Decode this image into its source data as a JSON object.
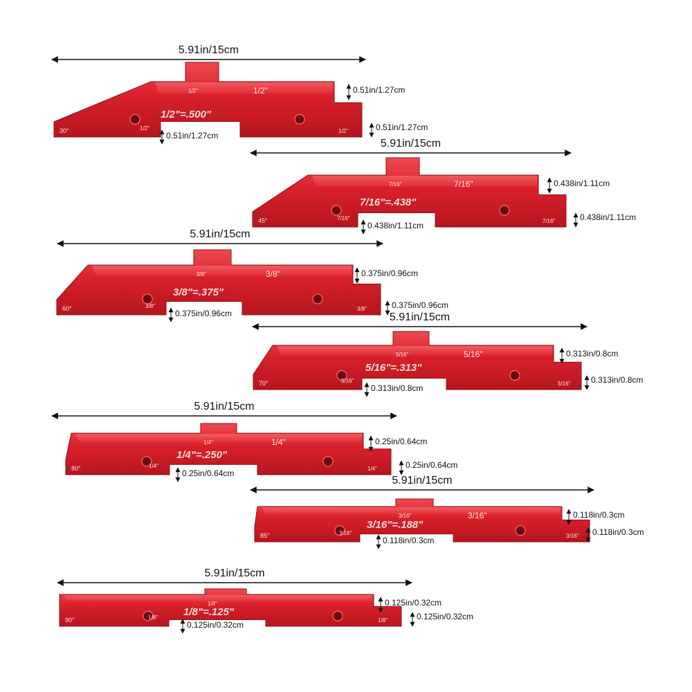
{
  "colors": {
    "metal": "#d8202a",
    "metal_light": "#ee4047",
    "metal_dark": "#a51219",
    "line": "#111111"
  },
  "icons": [
    "dimension-arrow-icon",
    "vertical-arrow-icon",
    "mounting-hole-icon"
  ],
  "gauges": [
    {
      "length_label": "5.91in/15cm",
      "main_engraving": "1/2\"=.500\"",
      "step_label": "1/2\"",
      "tab_label": "1/2\"",
      "notch_label": "1/2\"",
      "end_label": "1/2\"",
      "angle_label": "30°",
      "dims": [
        "0.51in/1.27cm",
        "0.51in/1.27cm",
        "0.51in/1.27cm"
      ]
    },
    {
      "length_label": "5.91in/15cm",
      "main_engraving": "7/16\"=.438\"",
      "step_label": "7/16\"",
      "tab_label": "7/16\"",
      "notch_label": "7/16\"",
      "end_label": "7/16\"",
      "angle_label": "45°",
      "dims": [
        "0.438in/1.11cm",
        "0.438in/1.11cm",
        "0.438in/1.11cm"
      ]
    },
    {
      "length_label": "5.91in/15cm",
      "main_engraving": "3/8\"=.375\"",
      "step_label": "3/8\"",
      "tab_label": "3/8\"",
      "notch_label": "3/8\"",
      "end_label": "3/8\"",
      "angle_label": "60°",
      "dims": [
        "0.375in/0.96cm",
        "0.375in/0.96cm",
        "0.375in/0.96cm"
      ]
    },
    {
      "length_label": "5.91in/15cm",
      "main_engraving": "5/16\"=.313\"",
      "step_label": "5/16\"",
      "tab_label": "5/16\"",
      "notch_label": "5/16\"",
      "end_label": "5/16\"",
      "angle_label": "70°",
      "dims": [
        "0.313in/0.8cm",
        "0.313in/0.8cm",
        "0.313in/0.8cm"
      ]
    },
    {
      "length_label": "5.91in/15cm",
      "main_engraving": "1/4\"=.250\"",
      "step_label": "1/4\"",
      "tab_label": "1/4\"",
      "notch_label": "1/4\"",
      "end_label": "1/4\"",
      "angle_label": "80°",
      "dims": [
        "0.25in/0.64cm",
        "0.25in/0.64cm",
        "0.25in/0.64cm"
      ]
    },
    {
      "length_label": "5.91in/15cm",
      "main_engraving": "3/16\"=.188\"",
      "step_label": "3/16\"",
      "tab_label": "3/16\"",
      "notch_label": "3/16\"",
      "end_label": "3/16\"",
      "angle_label": "85°",
      "dims": [
        "0.118in/0.3cm",
        "0.118in/0.3cm",
        "0.118in/0.3cm"
      ]
    },
    {
      "length_label": "5.91in/15cm",
      "main_engraving": "1/8\"=.125\"",
      "step_label": "",
      "tab_label": "1/8\"",
      "notch_label": "1/8\"",
      "end_label": "1/8\"",
      "angle_label": "90°",
      "dims": [
        "0.125in/0.32cm",
        "0.125in/0.32cm",
        "0.125in/0.32cm"
      ]
    }
  ]
}
